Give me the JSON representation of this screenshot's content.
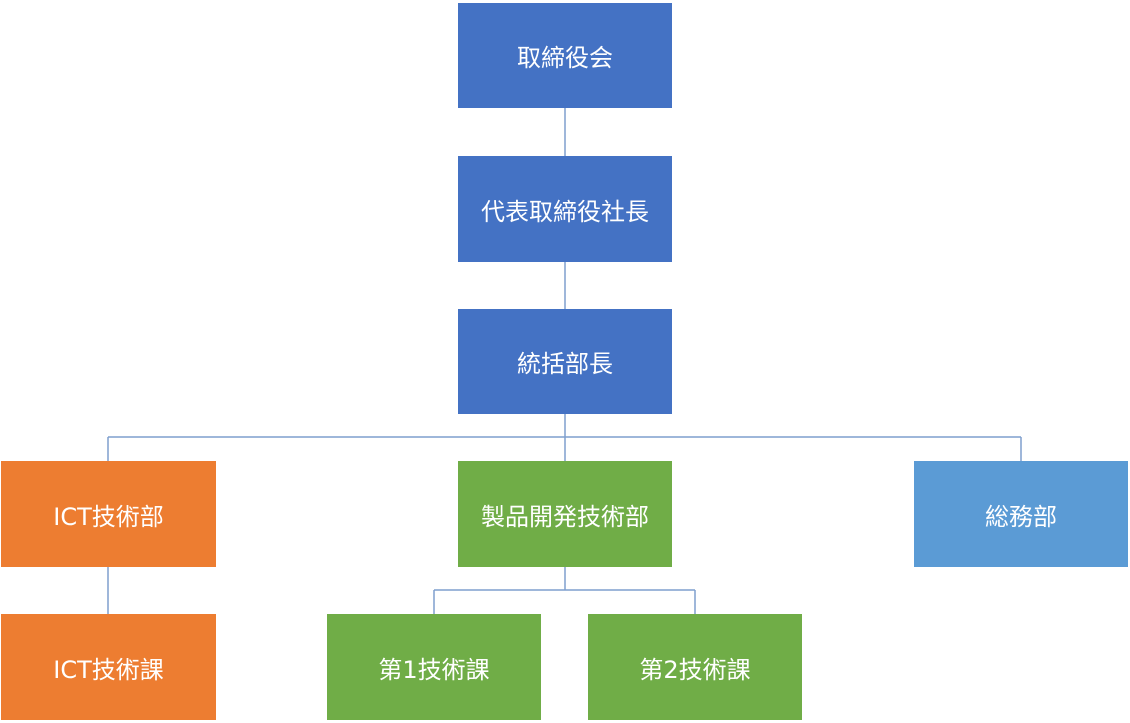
{
  "diagram": {
    "colors": {
      "executive": "#4472c4",
      "ict": "#ed7d31",
      "product": "#70ad47",
      "general": "#5b9bd5",
      "connector": "#7f9fce"
    },
    "nodes": {
      "board": {
        "label": "取締役会",
        "group": "executive"
      },
      "president": {
        "label": "代表取締役社長",
        "group": "executive"
      },
      "general_manager": {
        "label": "統括部長",
        "group": "executive"
      },
      "ict_department": {
        "label": "ICT技術部",
        "group": "ict"
      },
      "product_dev_department": {
        "label": "製品開発技術部",
        "group": "product"
      },
      "general_affairs_department": {
        "label": "総務部",
        "group": "general"
      },
      "ict_section": {
        "label": "ICT技術課",
        "group": "ict"
      },
      "tech_section_1": {
        "label": "第1技術課",
        "group": "product"
      },
      "tech_section_2": {
        "label": "第2技術課",
        "group": "product"
      }
    },
    "edges": [
      {
        "from": "board",
        "to": "president"
      },
      {
        "from": "president",
        "to": "general_manager"
      },
      {
        "from": "general_manager",
        "to": "ict_department"
      },
      {
        "from": "general_manager",
        "to": "product_dev_department"
      },
      {
        "from": "general_manager",
        "to": "general_affairs_department"
      },
      {
        "from": "ict_department",
        "to": "ict_section"
      },
      {
        "from": "product_dev_department",
        "to": "tech_section_1"
      },
      {
        "from": "product_dev_department",
        "to": "tech_section_2"
      }
    ]
  }
}
